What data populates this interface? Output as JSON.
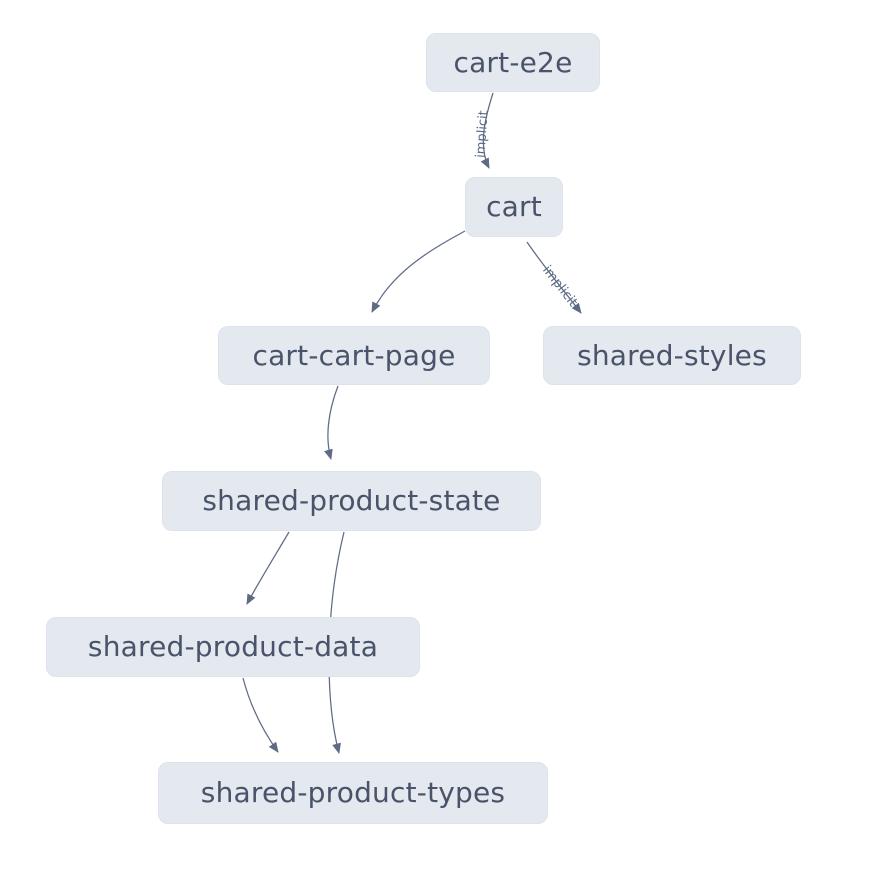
{
  "diagram": {
    "type": "project-dependency-graph",
    "background": "#ffffff"
  },
  "colors": {
    "canvas_bg": "#ffffff",
    "node_fill": "#e4e8ef",
    "node_border": "#dde3ec",
    "node_text": "#49536a",
    "edge_stroke": "#5f6b85",
    "edge_label": "#5d6a85"
  },
  "nodes": [
    {
      "id": "cart-e2e",
      "label": "cart-e2e"
    },
    {
      "id": "cart",
      "label": "cart"
    },
    {
      "id": "cart-cart-page",
      "label": "cart-cart-page"
    },
    {
      "id": "shared-styles",
      "label": "shared-styles"
    },
    {
      "id": "shared-product-state",
      "label": "shared-product-state"
    },
    {
      "id": "shared-product-data",
      "label": "shared-product-data"
    },
    {
      "id": "shared-product-types",
      "label": "shared-product-types"
    }
  ],
  "edges": [
    {
      "from": "cart-e2e",
      "to": "cart",
      "label": "implicit"
    },
    {
      "from": "cart",
      "to": "cart-cart-page",
      "label": ""
    },
    {
      "from": "cart",
      "to": "shared-styles",
      "label": "implicit"
    },
    {
      "from": "cart-cart-page",
      "to": "shared-product-state",
      "label": ""
    },
    {
      "from": "shared-product-state",
      "to": "shared-product-data",
      "label": ""
    },
    {
      "from": "shared-product-state",
      "to": "shared-product-types",
      "label": ""
    },
    {
      "from": "shared-product-data",
      "to": "shared-product-types",
      "label": ""
    }
  ]
}
